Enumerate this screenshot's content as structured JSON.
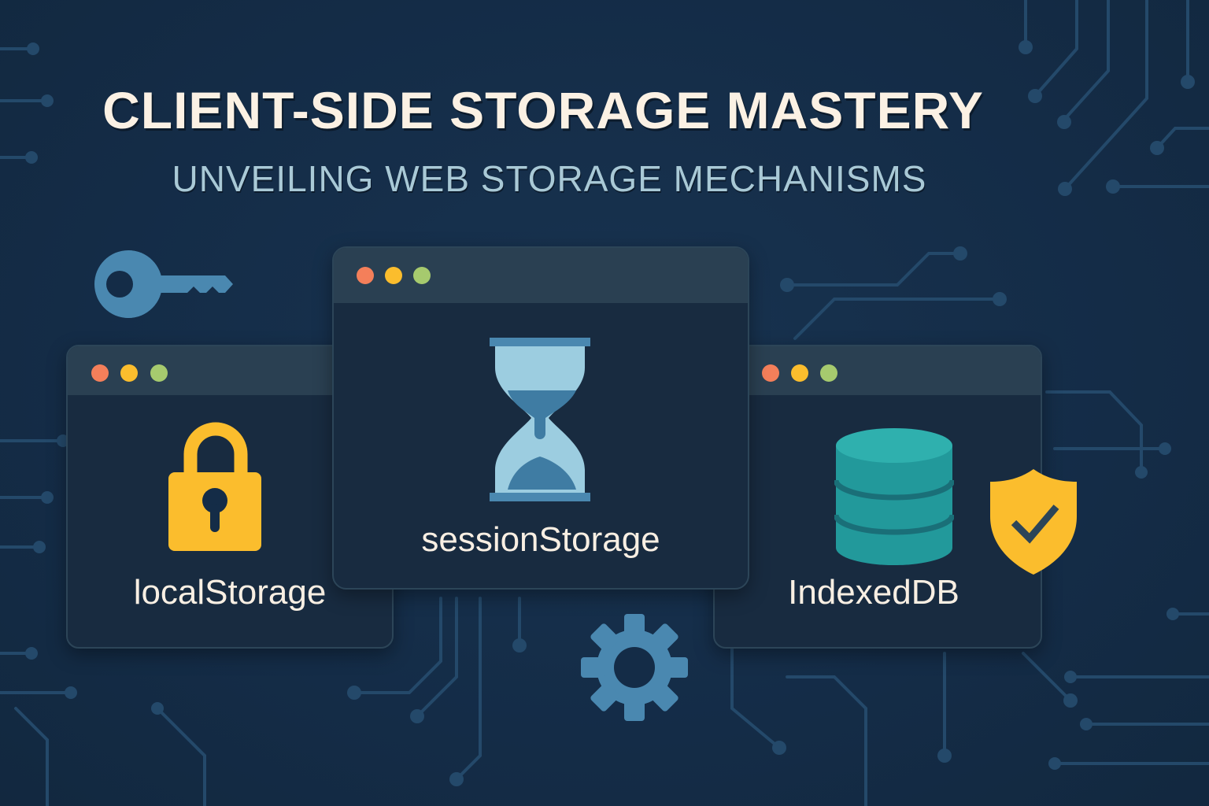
{
  "header": {
    "title": "CLIENT-SIDE STORAGE MASTERY",
    "subtitle": "UNVEILING WEB STORAGE MECHANISMS"
  },
  "windows": [
    {
      "label": "localStorage",
      "icon": "padlock-icon",
      "window_controls": [
        "close",
        "minimize",
        "maximize"
      ]
    },
    {
      "label": "sessionStorage",
      "icon": "hourglass-icon",
      "window_controls": [
        "close",
        "minimize",
        "maximize"
      ]
    },
    {
      "label": "IndexedDB",
      "icon": "database-icon",
      "window_controls": [
        "close",
        "minimize",
        "maximize"
      ]
    }
  ],
  "decorations": [
    "key-icon",
    "gear-icon",
    "shield-check-icon",
    "circuit-lines"
  ],
  "colors": {
    "background": "#142c47",
    "title": "#fbf1e4",
    "subtitle": "#a9c9d6",
    "accent_yellow": "#fbbd2d",
    "accent_blue": "#4a88b0",
    "accent_teal": "#2aa3a5",
    "dot_red": "#f47f5a",
    "dot_yellow": "#fbbd2d",
    "dot_green": "#a6ca6e"
  }
}
